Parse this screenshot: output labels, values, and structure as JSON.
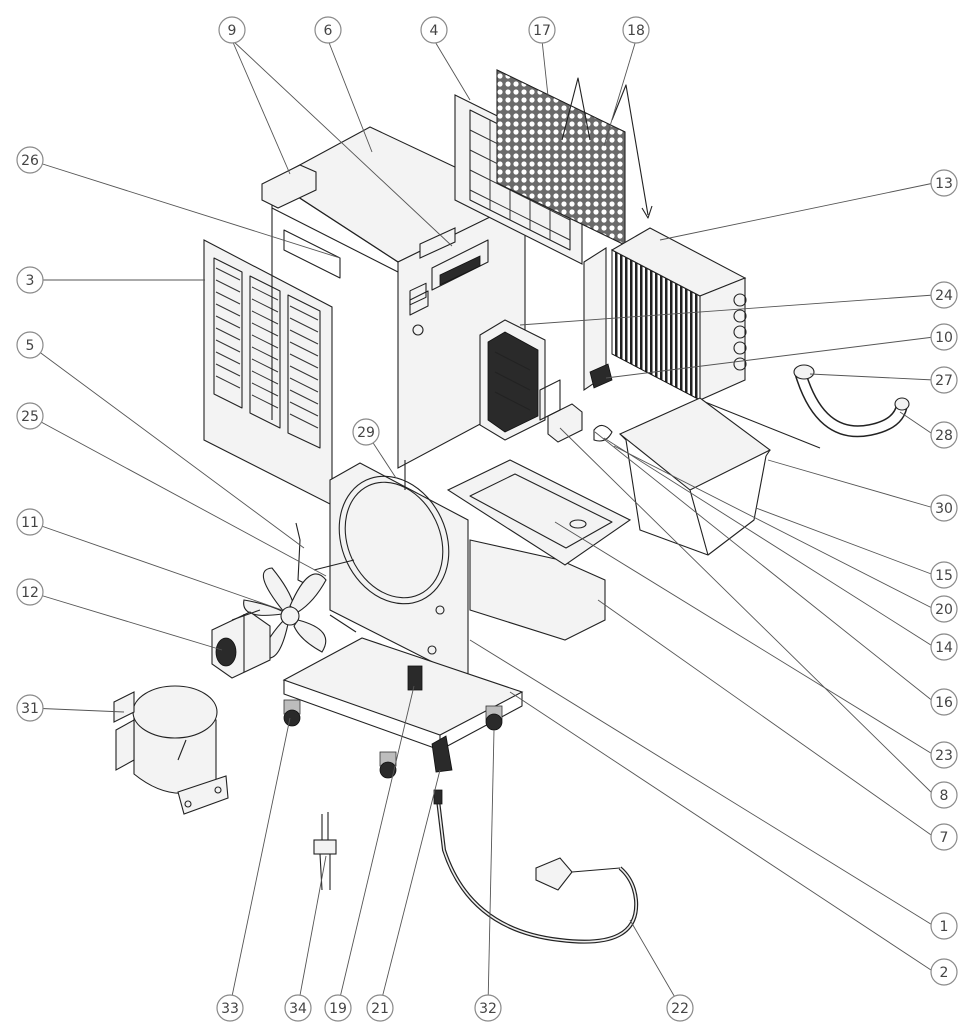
{
  "callouts": [
    {
      "id": "c9",
      "label": "9"
    },
    {
      "id": "c6",
      "label": "6"
    },
    {
      "id": "c4",
      "label": "4"
    },
    {
      "id": "c17",
      "label": "17"
    },
    {
      "id": "c18",
      "label": "18"
    },
    {
      "id": "c26",
      "label": "26"
    },
    {
      "id": "c13",
      "label": "13"
    },
    {
      "id": "c3",
      "label": "3"
    },
    {
      "id": "c24",
      "label": "24"
    },
    {
      "id": "c5",
      "label": "5"
    },
    {
      "id": "c10",
      "label": "10"
    },
    {
      "id": "c27",
      "label": "27"
    },
    {
      "id": "c25",
      "label": "25"
    },
    {
      "id": "c28",
      "label": "28"
    },
    {
      "id": "c29",
      "label": "29"
    },
    {
      "id": "c30",
      "label": "30"
    },
    {
      "id": "c15",
      "label": "15"
    },
    {
      "id": "c11",
      "label": "11"
    },
    {
      "id": "c20",
      "label": "20"
    },
    {
      "id": "c12",
      "label": "12"
    },
    {
      "id": "c14",
      "label": "14"
    },
    {
      "id": "c16",
      "label": "16"
    },
    {
      "id": "c31",
      "label": "31"
    },
    {
      "id": "c23",
      "label": "23"
    },
    {
      "id": "c8",
      "label": "8"
    },
    {
      "id": "c7",
      "label": "7"
    },
    {
      "id": "c1",
      "label": "1"
    },
    {
      "id": "c2",
      "label": "2"
    },
    {
      "id": "c33",
      "label": "33"
    },
    {
      "id": "c34",
      "label": "34"
    },
    {
      "id": "c19",
      "label": "19"
    },
    {
      "id": "c21",
      "label": "21"
    },
    {
      "id": "c32",
      "label": "32"
    },
    {
      "id": "c22",
      "label": "22"
    }
  ]
}
